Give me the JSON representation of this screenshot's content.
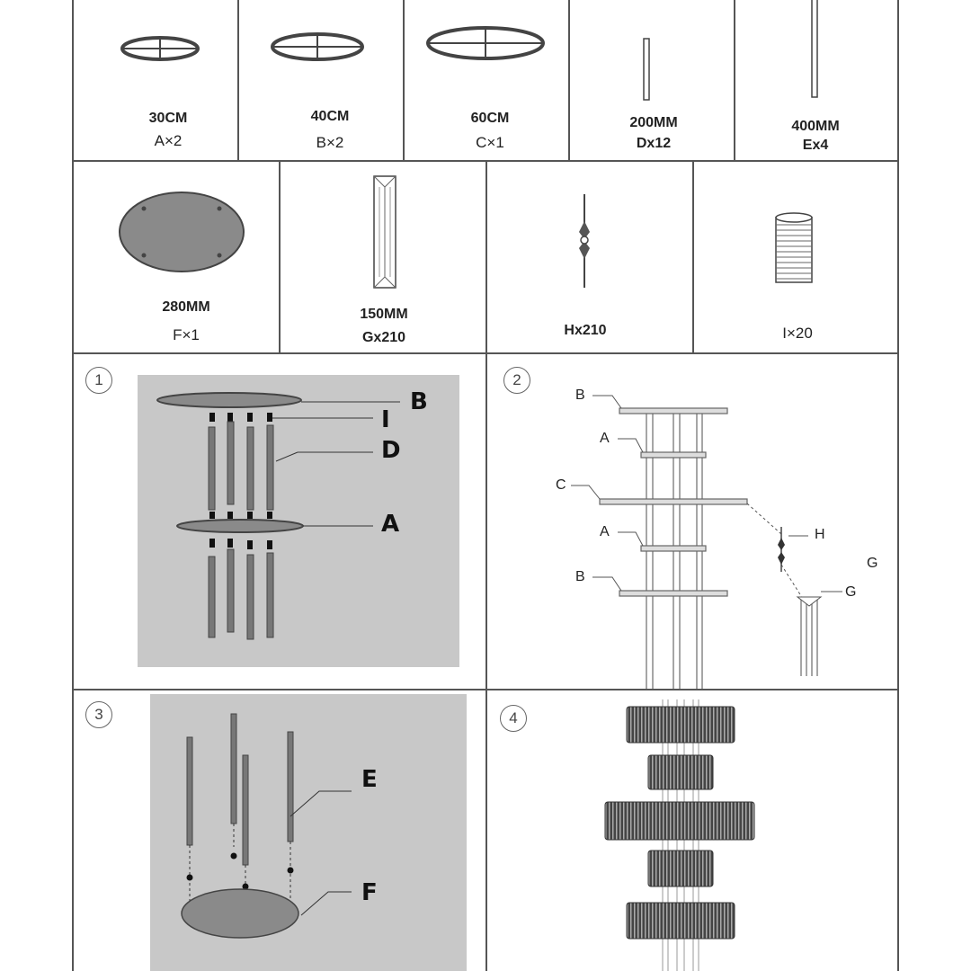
{
  "parts_row1": [
    {
      "size": "30CM",
      "code": "A×2"
    },
    {
      "size": "40CM",
      "code": "B×2"
    },
    {
      "size": "60CM",
      "code": "C×1"
    },
    {
      "size": "200MM",
      "code": "Dx12"
    },
    {
      "size": "400MM",
      "code": "Ex4"
    }
  ],
  "parts_row2": [
    {
      "size": "280MM",
      "code": "F×1"
    },
    {
      "size": "150MM",
      "code": "Gx210"
    },
    {
      "size": "",
      "code": "Hx210"
    },
    {
      "size": "",
      "code": "I×20"
    }
  ],
  "steps": {
    "s1": {
      "num": "1",
      "labels": {
        "b": "B",
        "i": "I",
        "d": "D",
        "a": "A"
      }
    },
    "s2": {
      "num": "2",
      "labels": {
        "b1": "B",
        "a1": "A",
        "c": "C",
        "a2": "A",
        "b2": "B",
        "h": "H",
        "g1": "G",
        "g2": "G"
      }
    },
    "s3": {
      "num": "3",
      "labels": {
        "e": "E",
        "f": "F"
      }
    },
    "s4": {
      "num": "4"
    }
  }
}
